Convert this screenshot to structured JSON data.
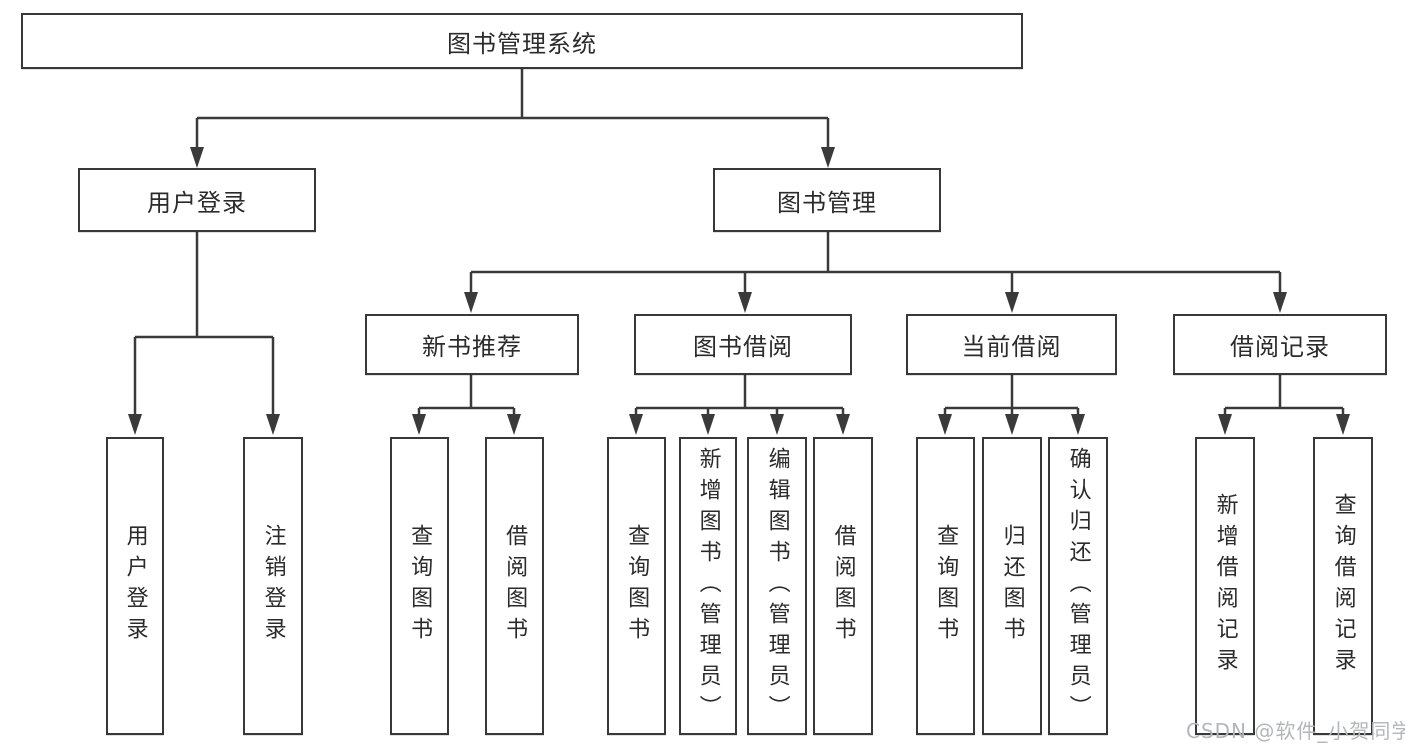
{
  "diagram": {
    "title": "图书管理系统",
    "level2": [
      {
        "label": "用户登录"
      },
      {
        "label": "图书管理"
      }
    ],
    "level3": [
      {
        "label": "新书推荐",
        "parent": "图书管理"
      },
      {
        "label": "图书借阅",
        "parent": "图书管理"
      },
      {
        "label": "当前借阅",
        "parent": "图书管理"
      },
      {
        "label": "借阅记录",
        "parent": "图书管理"
      }
    ],
    "leaves": [
      {
        "label": "用户登录",
        "parent": "用户登录"
      },
      {
        "label": "注销登录",
        "parent": "用户登录"
      },
      {
        "label": "查询图书",
        "parent": "新书推荐"
      },
      {
        "label": "借阅图书",
        "parent": "新书推荐"
      },
      {
        "label": "查询图书",
        "parent": "图书借阅"
      },
      {
        "label": "新增图书（管理员）",
        "parent": "图书借阅"
      },
      {
        "label": "编辑图书（管理员）",
        "parent": "图书借阅"
      },
      {
        "label": "借阅图书",
        "parent": "图书借阅"
      },
      {
        "label": "查询图书",
        "parent": "当前借阅"
      },
      {
        "label": "归还图书",
        "parent": "当前借阅"
      },
      {
        "label": "确认归还（管理员）",
        "parent": "当前借阅"
      },
      {
        "label": "新增借阅记录",
        "parent": "借阅记录"
      },
      {
        "label": "查询借阅记录",
        "parent": "借阅记录"
      }
    ],
    "watermark": "CSDN @软件_小贺同学",
    "colors": {
      "line": "#3a3a3a",
      "text": "#2b2b2b",
      "box_background": "#ffffff",
      "watermark_text": "#b3b6ba"
    }
  }
}
